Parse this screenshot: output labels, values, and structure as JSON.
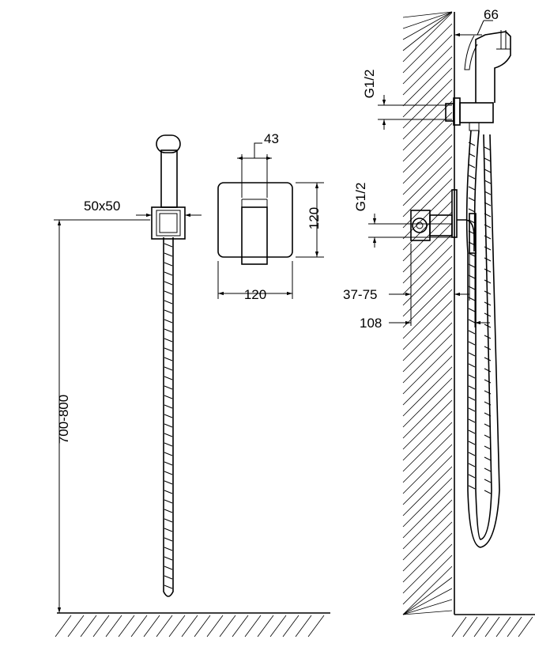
{
  "dimensions": {
    "height_range": "700-800",
    "holder_size": "50x50",
    "plate_depth": "43",
    "plate_width": "120",
    "plate_height": "120",
    "sprayer_length": "66",
    "thread_upper": "G1/2",
    "thread_lower": "G1/2",
    "mount_range": "37-75",
    "wall_offset": "108"
  },
  "colors": {
    "line": "#000000",
    "background": "#ffffff"
  }
}
